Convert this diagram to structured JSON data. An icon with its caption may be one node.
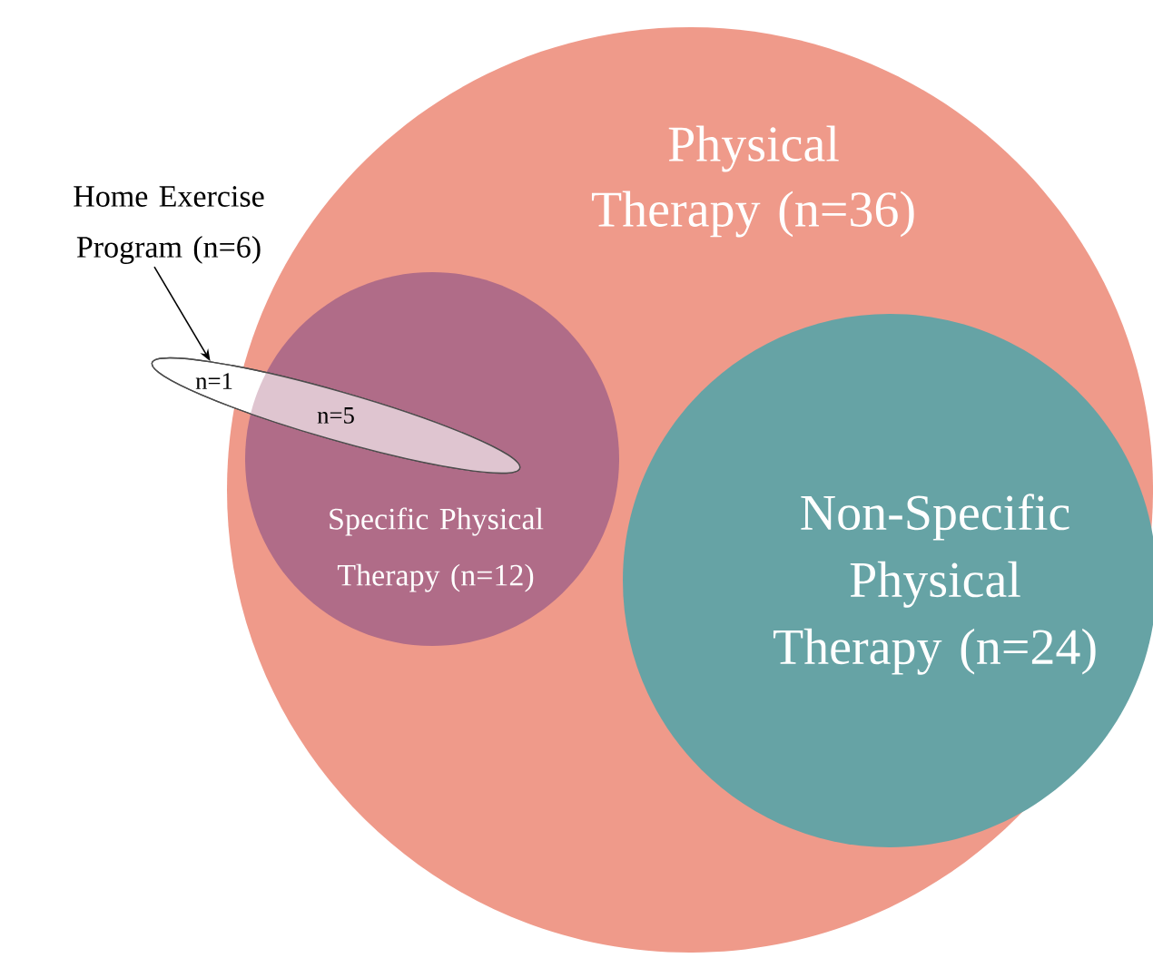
{
  "diagram": {
    "nodes": [
      {
        "text": [
          "Physical Therapy (n=36)"
        ]
      },
      {
        "text": [
          "Specific Physical Therapy (n=12)"
        ],
        "in": 0
      },
      {
        "text": [
          "Non-Specific Physical Therapy (n=24)"
        ],
        "in": 0
      },
      {
        "text": [
          "Home Exercise Program (n=6)"
        ]
      },
      {
        "text": [
          "n=1",
          "n=5"
        ]
      }
    ],
    "edges": [
      {
        "from": 3,
        "to": 4,
        "arrow": "to"
      }
    ]
  }
}
